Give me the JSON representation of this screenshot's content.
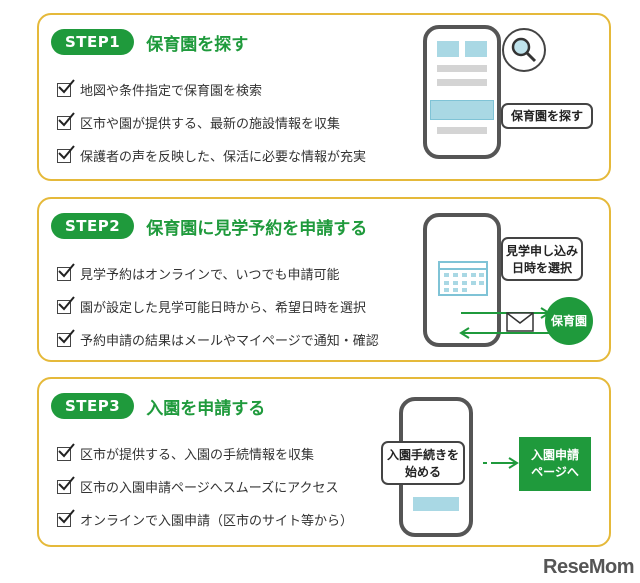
{
  "steps": [
    {
      "badge": "STEP1",
      "title": "保育園を探す",
      "items": [
        "地図や条件指定で保育園を検索",
        "区市や園が提供する、最新の施設情報を収集",
        "保護者の声を反映した、保活に必要な情報が充実"
      ],
      "callout": "保育園を探す"
    },
    {
      "badge": "STEP2",
      "title": "保育園に見学予約を申請する",
      "items": [
        "見学予約はオンラインで、いつでも申請可能",
        "園が設定した見学可能日時から、希望日時を選択",
        "予約申請の結果はメールやマイページで通知・確認"
      ],
      "callout_line1": "見学申し込み",
      "callout_line2": "日時を選択",
      "badge_circle": "保育園"
    },
    {
      "badge": "STEP3",
      "title": "入園を申請する",
      "items": [
        "区市が提供する、入園の手続情報を収集",
        "区市の入園申請ページへスムーズにアクセス",
        "オンラインで入園申請（区市のサイト等から）"
      ],
      "callout_line1": "入園手続きを",
      "callout_line2": "始める",
      "button_line1": "入園申請",
      "button_line2": "ページへ"
    }
  ],
  "logo": "ReseMom",
  "colors": {
    "green": "#1f9a3c",
    "border": "#e5b93a",
    "light_blue": "#a9d8e4"
  }
}
